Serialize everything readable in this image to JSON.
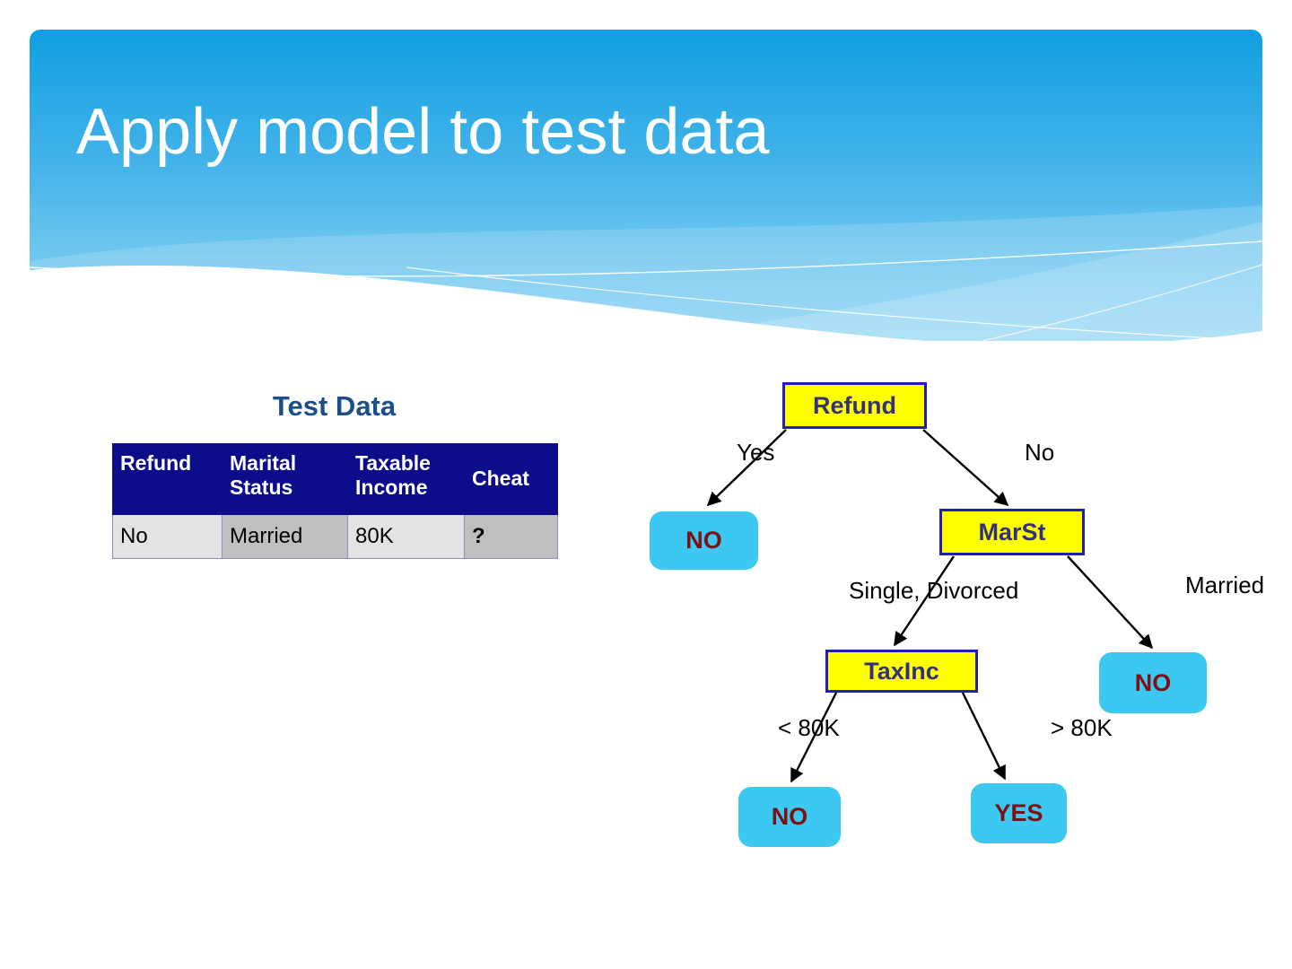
{
  "slide": {
    "title": "Apply model to test data",
    "banner_color_top": "#1a9fe0",
    "banner_color_bottom": "#7fcdf2"
  },
  "test_data": {
    "caption": "Test Data",
    "header_bg": "#0d0d8c",
    "caption_color": "#1b4f8a",
    "columns": [
      "Refund",
      "Marital\nStatus",
      "Taxable\nIncome",
      "Cheat"
    ],
    "columns_flat": [
      "Refund",
      "Marital Status",
      "Taxable Income",
      "Cheat"
    ],
    "col0_line1": "Refund",
    "col1_line1": "Marital",
    "col1_line2": "Status",
    "col2_line1": "Taxable",
    "col2_line2": "Income",
    "col3_line1": "Cheat",
    "rows": [
      {
        "refund": "No",
        "marital_status": "Married",
        "taxable_income": "80K",
        "cheat": "?"
      }
    ]
  },
  "tree": {
    "decision_fill": "#ffff00",
    "decision_border": "#2020b0",
    "decision_text_color": "#33317f",
    "leaf_fill": "#3cc8f0",
    "leaf_text_color": "#7b1113",
    "nodes": [
      {
        "id": "refund",
        "label": "Refund",
        "type": "decision"
      },
      {
        "id": "no1",
        "label": "NO",
        "type": "leaf"
      },
      {
        "id": "marst",
        "label": "MarSt",
        "type": "decision"
      },
      {
        "id": "taxinc",
        "label": "TaxInc",
        "type": "decision"
      },
      {
        "id": "no2",
        "label": "NO",
        "type": "leaf"
      },
      {
        "id": "no3",
        "label": "NO",
        "type": "leaf"
      },
      {
        "id": "yes1",
        "label": "YES",
        "type": "leaf"
      }
    ],
    "edges": [
      {
        "from": "refund",
        "to": "no1",
        "label": "Yes"
      },
      {
        "from": "refund",
        "to": "marst",
        "label": "No"
      },
      {
        "from": "marst",
        "to": "taxinc",
        "label": "Single, Divorced"
      },
      {
        "from": "marst",
        "to": "no3",
        "label": "Married"
      },
      {
        "from": "taxinc",
        "to": "no2",
        "label": "< 80K"
      },
      {
        "from": "taxinc",
        "to": "yes1",
        "label": "> 80K"
      }
    ]
  }
}
